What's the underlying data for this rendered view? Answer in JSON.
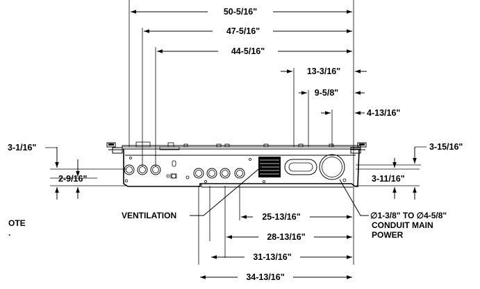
{
  "dimensions": {
    "top": [
      {
        "id": "d50",
        "label": "50-5/16\""
      },
      {
        "id": "d47",
        "label": "47-5/16\""
      },
      {
        "id": "d44",
        "label": "44-5/16\""
      },
      {
        "id": "d13",
        "label": "13-3/16\""
      },
      {
        "id": "d9",
        "label": "9-5/8\""
      },
      {
        "id": "d4",
        "label": "4-13/16\""
      }
    ],
    "left": [
      {
        "id": "d3_1",
        "label": "3-1/16\""
      },
      {
        "id": "d2_9",
        "label": "2-9/16\""
      }
    ],
    "right": [
      {
        "id": "d3_15",
        "label": "3-15/16\""
      },
      {
        "id": "d3_11",
        "label": "3-11/16\""
      }
    ],
    "bottom": [
      {
        "id": "d25",
        "label": "25-13/16\""
      },
      {
        "id": "d28",
        "label": "28-13/16\""
      },
      {
        "id": "d31",
        "label": "31-13/16\""
      },
      {
        "id": "d34",
        "label": "34-13/16\""
      }
    ]
  },
  "callouts": {
    "ventilation": "VENTILATION",
    "conduit_line1": "∅1-3/8\" TO ∅4-5/8\"",
    "conduit_line2": "CONDUIT MAIN",
    "conduit_line3": "POWER"
  },
  "cut_note": {
    "line1": "OTE",
    "line2": "."
  }
}
